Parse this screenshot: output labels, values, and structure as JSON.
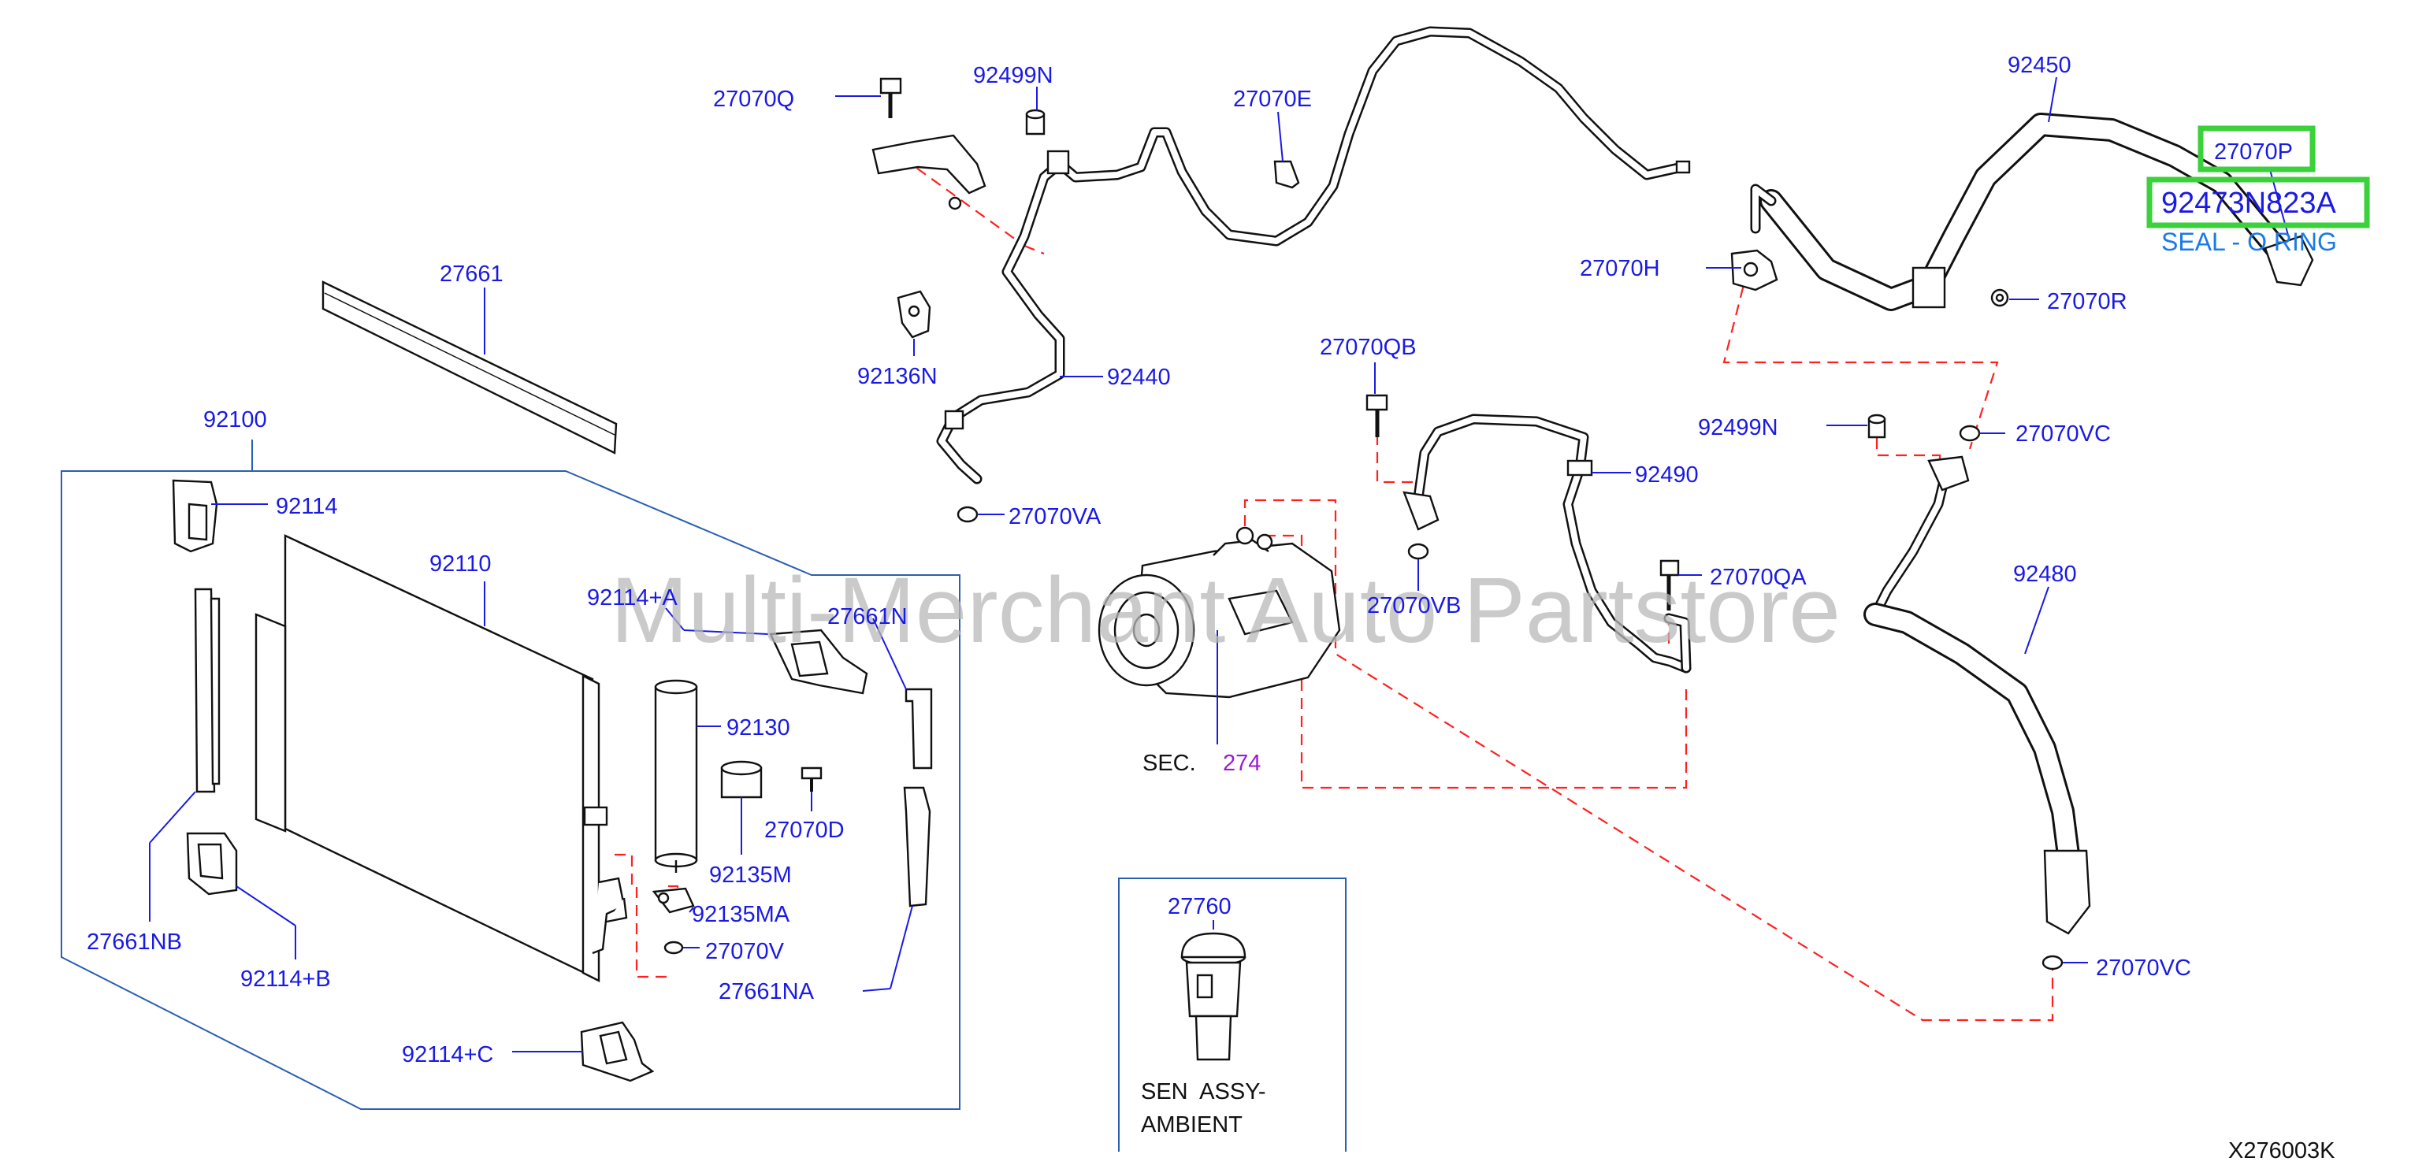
{
  "labels": {
    "l27070Q": "27070Q",
    "l92499N_top": "92499N",
    "l27070E": "27070E",
    "l92450": "92450",
    "l27070P": "27070P",
    "l92473N823A": "92473N823A",
    "lSealORing": "SEAL - O RING",
    "l27070H": "27070H",
    "l27070R": "27070R",
    "l27661": "27661",
    "l92136N": "92136N",
    "l92440": "92440",
    "l27070QB": "27070QB",
    "l92499N_mid": "92499N",
    "l27070VC_top": "27070VC",
    "l92100": "92100",
    "l27070VA": "27070VA",
    "l92490": "92490",
    "l92114": "92114",
    "l92110": "92110",
    "l27070VB": "27070VB",
    "l92114A": "92114+A",
    "l27661N": "27661N",
    "l27070QA": "27070QA",
    "l92480": "92480",
    "l92130": "92130",
    "lSEC": "SEC.",
    "l274": "274",
    "l27070D": "27070D",
    "l92135M": "92135M",
    "l92135MA": "92135MA",
    "l27760": "27760",
    "l27661NB": "27661NB",
    "l27070V": "27070V",
    "l27070VC_bot": "27070VC",
    "l92114B": "92114+B",
    "l27661NA": "27661NA",
    "l92114C": "92114+C",
    "lSenAssy": "SEN  ASSY-",
    "lAmbient": "AMBIENT",
    "lDiagramId": "X276003K"
  },
  "watermark": "Multi-Merchant Auto Partstore",
  "colors": {
    "label": "#1a1ae6",
    "dashed_connection": "#ff2020",
    "frame": "#2a5fb0",
    "highlight_box": "#3ad13a",
    "watermark": "#b8b8b8"
  }
}
